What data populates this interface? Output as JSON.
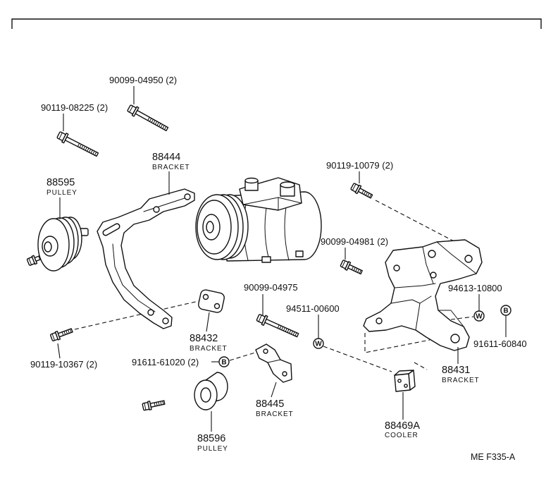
{
  "diagram_code": "ME F335-A",
  "callouts": [
    {
      "number": "90099-04950 (2)"
    },
    {
      "number": "90119-08225 (2)"
    },
    {
      "number": "88444",
      "name": "BRACKET"
    },
    {
      "number": "90119-10079 (2)"
    },
    {
      "number": "88595",
      "name": "PULLEY"
    },
    {
      "number": "90099-04981 (2)"
    },
    {
      "number": "90099-04975"
    },
    {
      "number": "94511-00600"
    },
    {
      "number": "94613-10800"
    },
    {
      "number": "88432",
      "name": "BRACKET"
    },
    {
      "number": "91611-60840"
    },
    {
      "number": "90119-10367 (2)"
    },
    {
      "number": "91611-61020 (2)"
    },
    {
      "number": "88431",
      "name": "BRACKET"
    },
    {
      "number": "88445",
      "name": "BRACKET"
    },
    {
      "number": "88469A",
      "name": "COOLER"
    },
    {
      "number": "88596",
      "name": "PULLEY"
    }
  ],
  "markers": {
    "w": "W",
    "b": "B"
  }
}
